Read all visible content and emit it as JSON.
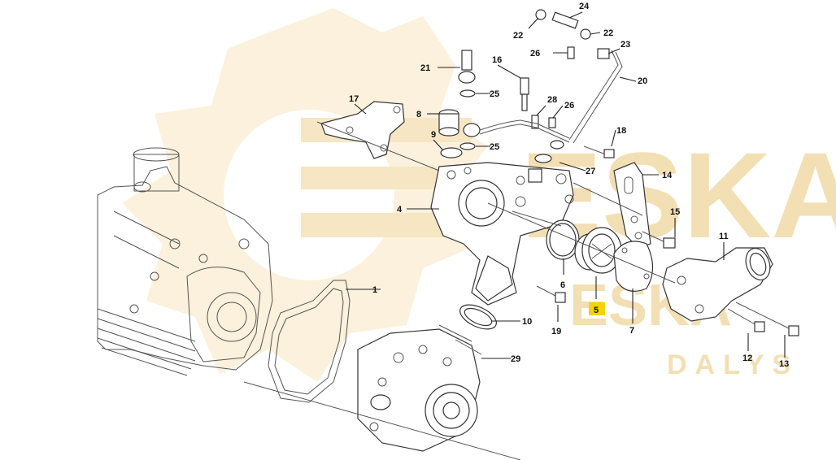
{
  "watermark": {
    "brand_top": "ESKA",
    "brand_mid": "ESKA",
    "brand_bottom": "DALYS",
    "color": "#f3dfb4"
  },
  "highlight_color": "#f3d400",
  "callouts": [
    "1",
    "4",
    "5",
    "6",
    "7",
    "8",
    "9",
    "10",
    "11",
    "12",
    "13",
    "14",
    "15",
    "16",
    "17",
    "18",
    "19",
    "20",
    "21",
    "22",
    "22",
    "23",
    "24",
    "25",
    "25",
    "26",
    "26",
    "27",
    "28",
    "29"
  ]
}
